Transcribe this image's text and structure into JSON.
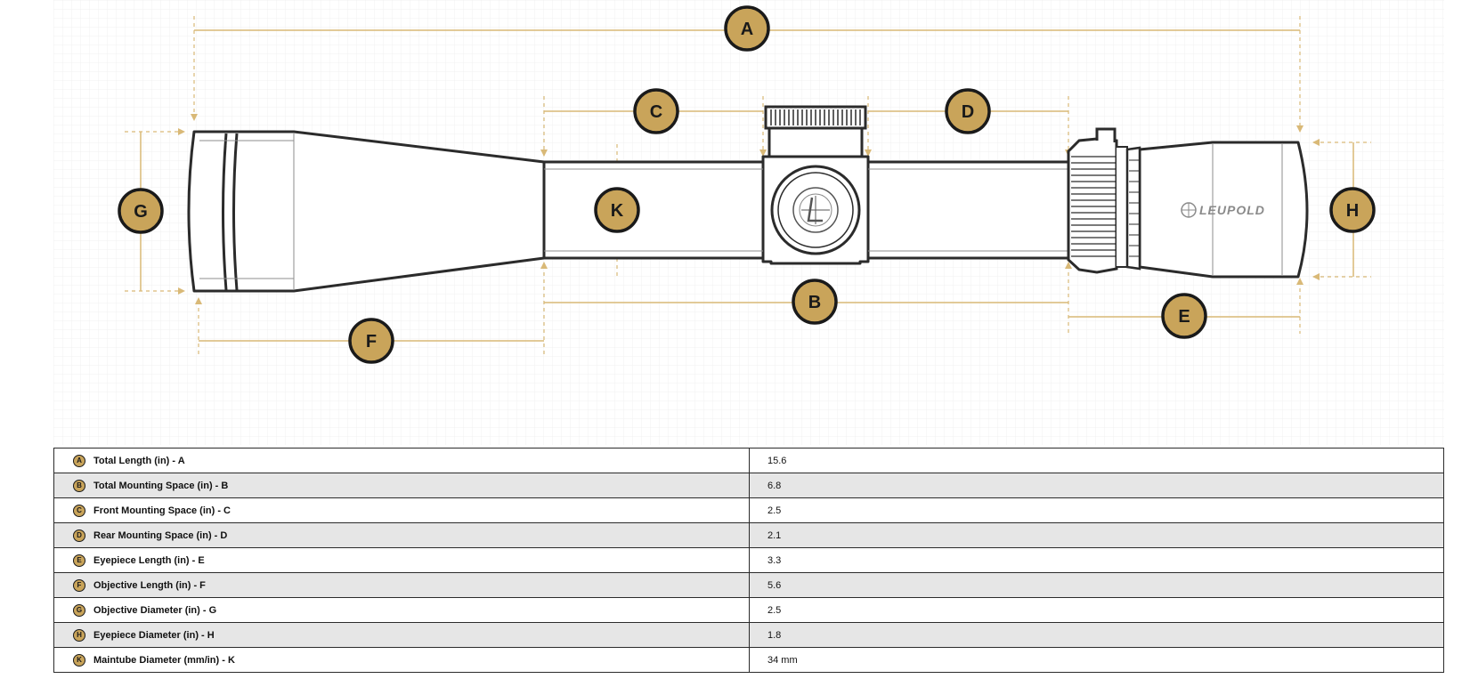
{
  "brand": {
    "logo_text": "LEUPOLD"
  },
  "colors": {
    "gold": "#c9a45a",
    "dim_line": "#d9b977",
    "outline": "#2b2b2b",
    "row_alt": "#e6e6e6"
  },
  "diagram": {
    "badges": {
      "A": "A",
      "B": "B",
      "C": "C",
      "D": "D",
      "E": "E",
      "F": "F",
      "G": "G",
      "H": "H",
      "K": "K"
    }
  },
  "specs": [
    {
      "key": "A",
      "label": "Total Length (in) - A",
      "value": "15.6"
    },
    {
      "key": "B",
      "label": "Total Mounting Space (in) - B",
      "value": "6.8"
    },
    {
      "key": "C",
      "label": "Front Mounting Space (in) - C",
      "value": "2.5"
    },
    {
      "key": "D",
      "label": "Rear Mounting Space (in) - D",
      "value": "2.1"
    },
    {
      "key": "E",
      "label": "Eyepiece Length (in) - E",
      "value": "3.3"
    },
    {
      "key": "F",
      "label": "Objective Length (in) - F",
      "value": "5.6"
    },
    {
      "key": "G",
      "label": "Objective Diameter (in) - G",
      "value": "2.5"
    },
    {
      "key": "H",
      "label": "Eyepiece Diameter (in) - H",
      "value": "1.8"
    },
    {
      "key": "K",
      "label": "Maintube Diameter (mm/in) - K",
      "value": "34 mm"
    }
  ]
}
